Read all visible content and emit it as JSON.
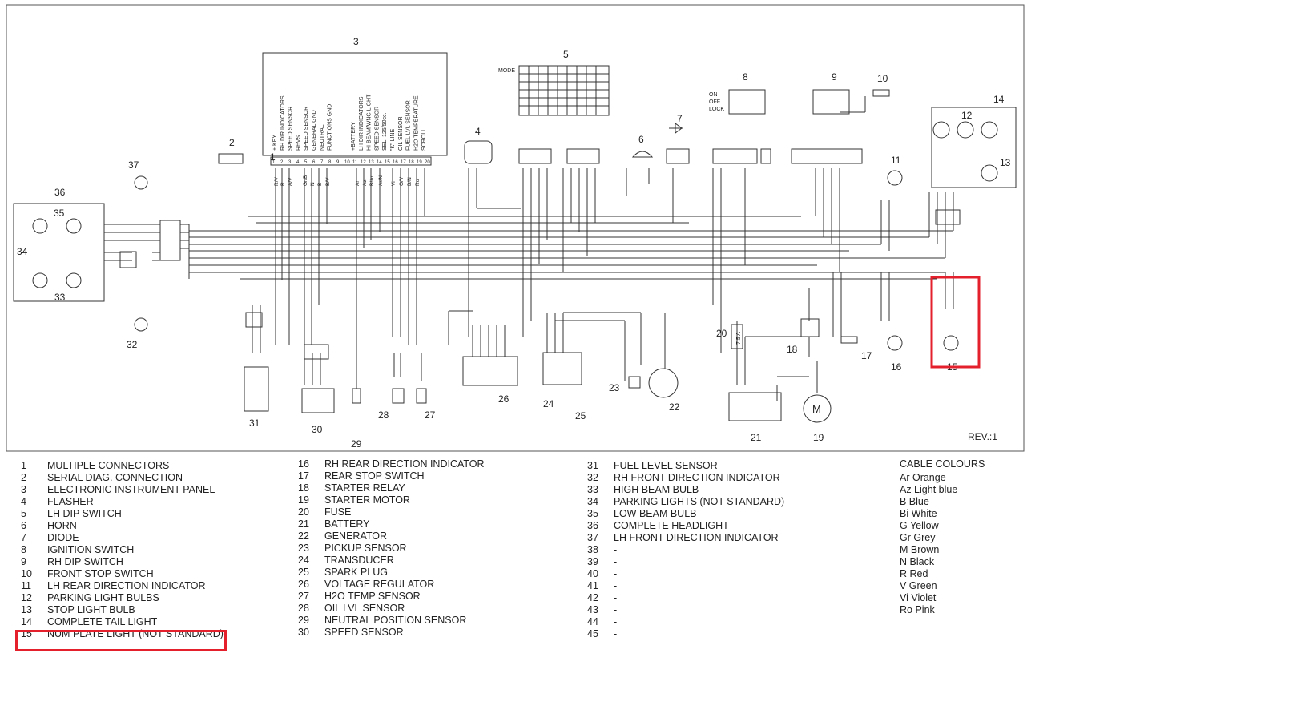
{
  "revision": "REV.:1",
  "component_numbers": [
    "1",
    "2",
    "3",
    "4",
    "5",
    "6",
    "7",
    "8",
    "9",
    "10",
    "11",
    "12",
    "13",
    "14",
    "15",
    "16",
    "17",
    "18",
    "19",
    "20",
    "21",
    "22",
    "23",
    "24",
    "25",
    "26",
    "27",
    "28",
    "29",
    "30",
    "31",
    "32",
    "33",
    "34",
    "35",
    "36",
    "37"
  ],
  "dash_pins": [
    "+ KEY",
    "RH DIR INDICATORS",
    "SPEED SENSOR",
    "REVS",
    "SPEED SENSOR",
    "GENERAL GND",
    "NEUTRAL",
    "FUNCTIONS GND",
    "",
    "",
    "+BATTERY",
    "LH DIR INDICATORS",
    "HI BEAM/WNG LIGHT",
    "SPEED SENSOR",
    "SEL. 125/50cc.",
    "\"K\" LINE",
    "OIL SENSOR",
    "FUEL LVL SENSOR",
    "H2O TEMPERATURE",
    "SCROLL"
  ],
  "dash_pin_numbers": [
    "1",
    "2",
    "3",
    "4",
    "5",
    "6",
    "7",
    "8",
    "9",
    "10",
    "11",
    "12",
    "13",
    "14",
    "15",
    "16",
    "17",
    "18",
    "19",
    "20"
  ],
  "dash_wires": [
    "R/V",
    "R",
    "A/V",
    "Gr/B",
    "N",
    "B",
    "B/V",
    "Ar",
    "Az",
    "B/Ar",
    "Ar/N",
    "Vi",
    "G/V",
    "B/N",
    "Ro"
  ],
  "switch_labels": {
    "mode": "MODE",
    "on": "ON",
    "off": "OFF",
    "lock": "LOCK"
  },
  "fuse_value": "7.5 A",
  "motor_label": "M",
  "legend_col1": [
    {
      "num": "1",
      "text": "MULTIPLE CONNECTORS"
    },
    {
      "num": "2",
      "text": "SERIAL DIAG. CONNECTION"
    },
    {
      "num": "3",
      "text": "ELECTRONIC INSTRUMENT PANEL"
    },
    {
      "num": "4",
      "text": "FLASHER"
    },
    {
      "num": "5",
      "text": "LH DIP SWITCH"
    },
    {
      "num": "6",
      "text": "HORN"
    },
    {
      "num": "7",
      "text": "DIODE"
    },
    {
      "num": "8",
      "text": "IGNITION SWITCH"
    },
    {
      "num": "9",
      "text": "RH DIP SWITCH"
    },
    {
      "num": "10",
      "text": "FRONT STOP SWITCH"
    },
    {
      "num": "11",
      "text": "LH REAR DIRECTION INDICATOR"
    },
    {
      "num": "12",
      "text": "PARKING LIGHT BULBS"
    },
    {
      "num": "13",
      "text": "STOP LIGHT BULB"
    },
    {
      "num": "14",
      "text": "COMPLETE TAIL LIGHT"
    },
    {
      "num": "15",
      "text": "NUM PLATE LIGHT (NOT STANDARD)"
    }
  ],
  "legend_col2": [
    {
      "num": "16",
      "text": "RH REAR DIRECTION INDICATOR"
    },
    {
      "num": "17",
      "text": "REAR STOP SWITCH"
    },
    {
      "num": "18",
      "text": "STARTER RELAY"
    },
    {
      "num": "19",
      "text": "STARTER MOTOR"
    },
    {
      "num": "20",
      "text": "FUSE"
    },
    {
      "num": "21",
      "text": "BATTERY"
    },
    {
      "num": "22",
      "text": "GENERATOR"
    },
    {
      "num": "23",
      "text": "PICKUP SENSOR"
    },
    {
      "num": "24",
      "text": "TRANSDUCER"
    },
    {
      "num": "25",
      "text": "SPARK PLUG"
    },
    {
      "num": "26",
      "text": "VOLTAGE REGULATOR"
    },
    {
      "num": "27",
      "text": "H2O TEMP SENSOR"
    },
    {
      "num": "28",
      "text": "OIL LVL SENSOR"
    },
    {
      "num": "29",
      "text": "NEUTRAL POSITION SENSOR"
    },
    {
      "num": "30",
      "text": "SPEED SENSOR"
    }
  ],
  "legend_col3": [
    {
      "num": "31",
      "text": "FUEL LEVEL SENSOR"
    },
    {
      "num": "32",
      "text": "RH FRONT DIRECTION INDICATOR"
    },
    {
      "num": "33",
      "text": "HIGH BEAM BULB"
    },
    {
      "num": "34",
      "text": "PARKING LIGHTS (NOT STANDARD)"
    },
    {
      "num": "35",
      "text": "LOW BEAM BULB"
    },
    {
      "num": "36",
      "text": "COMPLETE HEADLIGHT"
    },
    {
      "num": "37",
      "text": "LH FRONT DIRECTION INDICATOR"
    },
    {
      "num": "38",
      "text": "-"
    },
    {
      "num": "39",
      "text": "-"
    },
    {
      "num": "40",
      "text": "-"
    },
    {
      "num": "41",
      "text": "-"
    },
    {
      "num": "42",
      "text": "-"
    },
    {
      "num": "43",
      "text": "-"
    },
    {
      "num": "44",
      "text": "-"
    },
    {
      "num": "45",
      "text": "-"
    }
  ],
  "cable_colours": {
    "title": "CABLE COLOURS",
    "items": [
      "Ar  Orange",
      "Az  Light blue",
      "B Blue",
      "Bi White",
      "G Yellow",
      "Gr Grey",
      "M Brown",
      "N Black",
      "R Red",
      "V  Green",
      "Vi  Violet",
      "Ro Pink"
    ]
  },
  "highlight_color": "#e3202c"
}
